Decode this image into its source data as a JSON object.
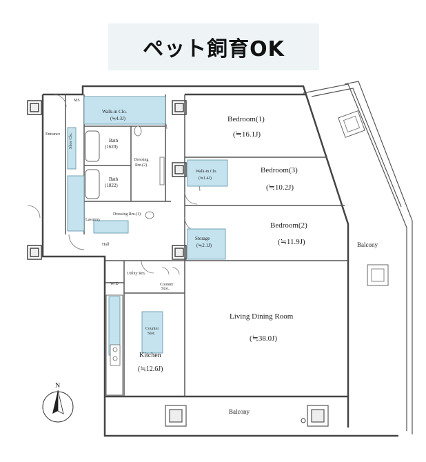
{
  "banner": {
    "text": "ペット飼育OK"
  },
  "compass": {
    "label": "N"
  },
  "rooms": {
    "bedroom1": {
      "name": "Bedroom(1)",
      "size": "(≒16.1J)"
    },
    "bedroom3": {
      "name": "Bedroom(3)",
      "size": "(≒10.2J)"
    },
    "bedroom2": {
      "name": "Bedroom(2)",
      "size": "(≒11.9J)"
    },
    "living": {
      "name": "Living Dining Room",
      "size": "(≒38.0J)"
    },
    "kitchen": {
      "name": "Kitchen",
      "size": "(≒12.6J)"
    },
    "walkin1": {
      "name": "Walk-in Clo.",
      "size": "(≒4.3J)"
    },
    "walkin2": {
      "name": "Walk-in Clo.",
      "size": "(≒1.4J)"
    },
    "storage": {
      "name": "Storage",
      "size": "(≒2.1J)"
    },
    "bath1": {
      "name": "Bath",
      "size": "(1620)"
    },
    "bath2": {
      "name": "Bath",
      "size": "(1822)"
    },
    "dressing2": {
      "name": "Dressing",
      "size": "Rm.(2)"
    },
    "dressing1": {
      "name": "Dressing Rm.(1)"
    },
    "lavatory": {
      "name": "Lavatory"
    },
    "entrance": {
      "name": "Entrance"
    },
    "hall": {
      "name": "Hall"
    },
    "utility": {
      "name": "Utility Rm."
    },
    "counter_store": {
      "name": "Counter",
      "sub": "Stor."
    },
    "counter_island": {
      "name": "Counter",
      "sub": "Stor."
    }
  },
  "balcony": {
    "east": "Balcony",
    "south": "Balcony"
  },
  "fixtures": {
    "shoe": "Shoe Clo.",
    "wd": "W/D",
    "ms": "MS"
  },
  "colors": {
    "closet_fill": "#c5e3ef",
    "wall": "#555555",
    "banner_bg": "#eef4f6"
  }
}
